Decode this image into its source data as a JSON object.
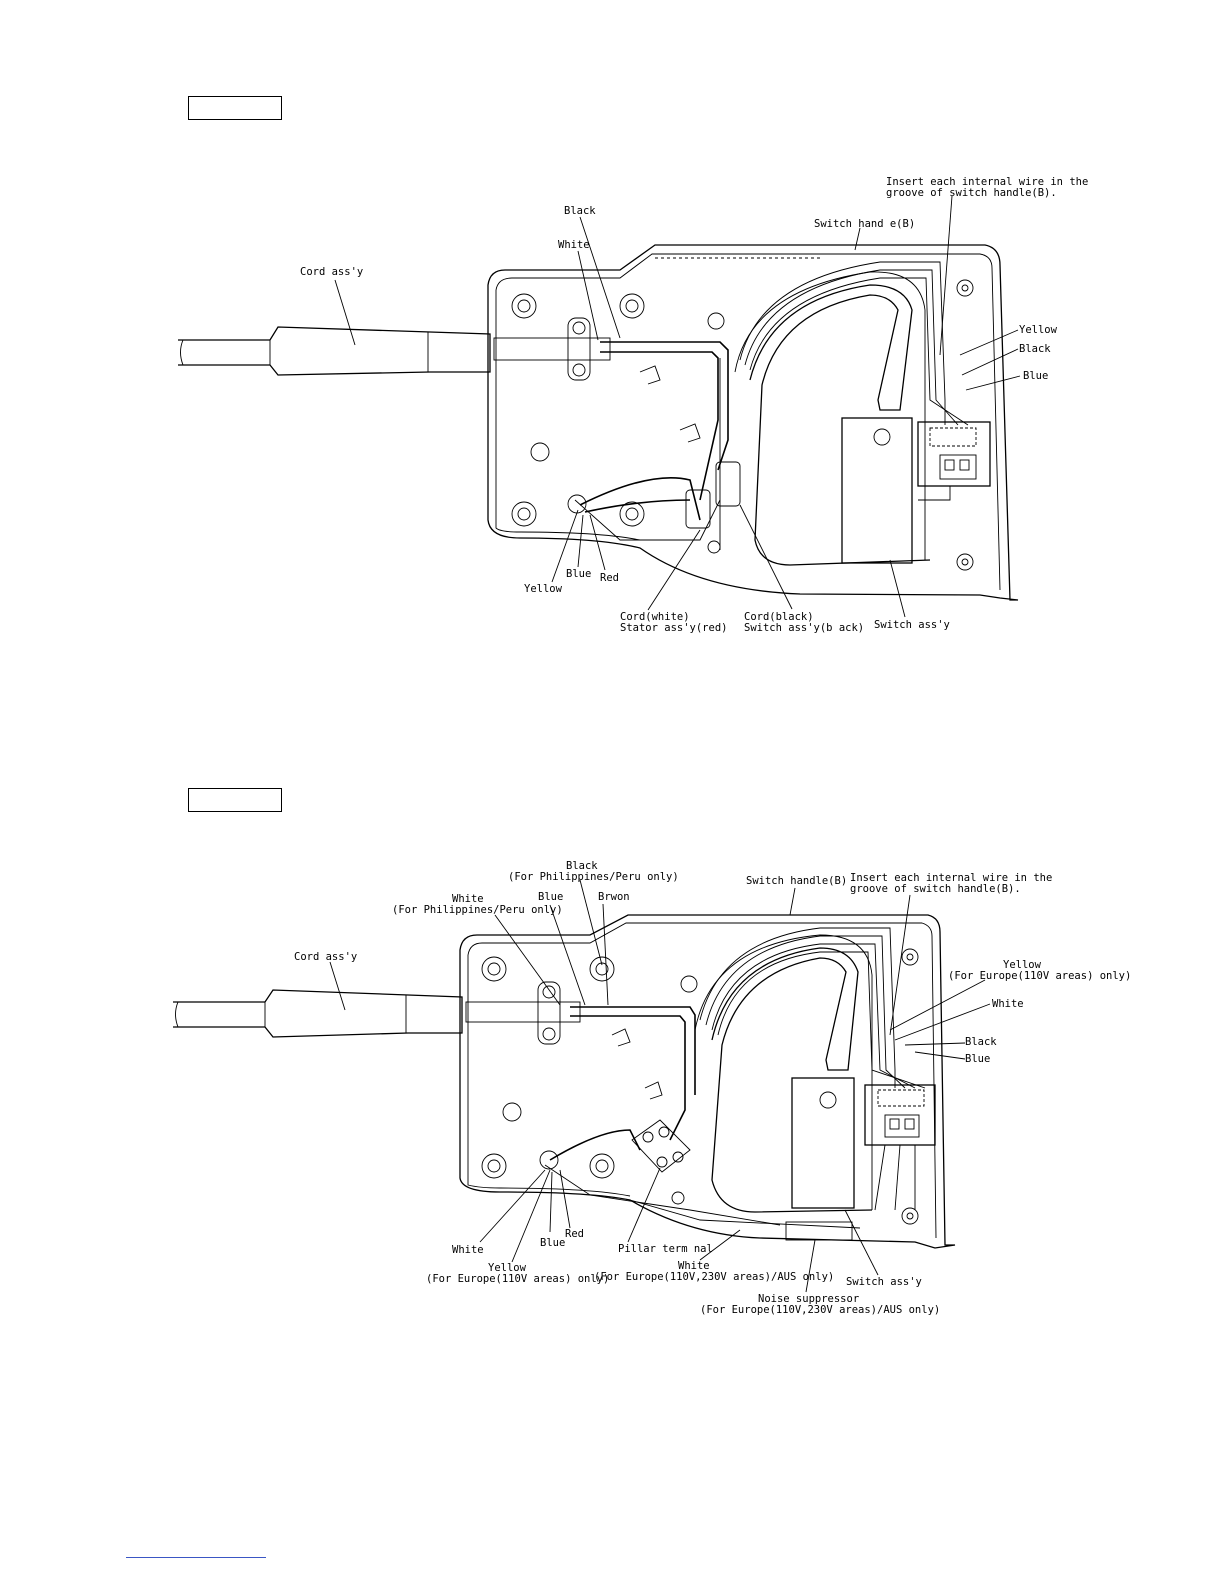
{
  "diagram1": {
    "labels": {
      "insert_note_1": "Insert each internal wire in the",
      "insert_note_2": "groove of switch handle(B).",
      "switch_handle": "Switch hand e(B)",
      "black": "Black",
      "white": "White",
      "cord_assy": "Cord ass'y",
      "yellow_r": "Yellow",
      "black_r": "Black",
      "blue_r": "Blue",
      "blue_b": "Blue",
      "red_b": "Red",
      "yellow_b": "Yellow",
      "cord_white_1": "Cord(white)",
      "cord_white_2": "Stator ass'y(red)",
      "cord_black_1": "Cord(black)",
      "cord_black_2": "Switch ass'y(b ack)",
      "switch_assy": "Switch ass'y"
    }
  },
  "diagram2": {
    "labels": {
      "black_1": "Black",
      "black_2": "(For Philippines/Peru only)",
      "switch_handle": "Switch handle(B)",
      "insert_note_1": "Insert each internal wire in the",
      "insert_note_2": "groove of switch handle(B).",
      "white_1": "White",
      "white_2": "(For Philippines/Peru only)",
      "blue_t": "Blue",
      "brown_t": "Brwon",
      "cord_assy": "Cord ass'y",
      "yellow_r1": "Yellow",
      "yellow_r2": "(For Europe(110V areas) only)",
      "white_r": "White",
      "black_r": "Black",
      "blue_r": "Blue",
      "white_b": "White",
      "blue_b": "Blue",
      "red_b": "Red",
      "yellow_b1": "Yellow",
      "yellow_b2": "(For Europe(110V areas) only)",
      "pillar": "Pillar term nal",
      "white_eu1": "White",
      "white_eu2": "(For Europe(110V,230V areas)/AUS only)",
      "noise_1": "Noise suppressor",
      "noise_2": "(For Europe(110V,230V areas)/AUS only)",
      "switch_assy": "Switch ass'y"
    }
  }
}
